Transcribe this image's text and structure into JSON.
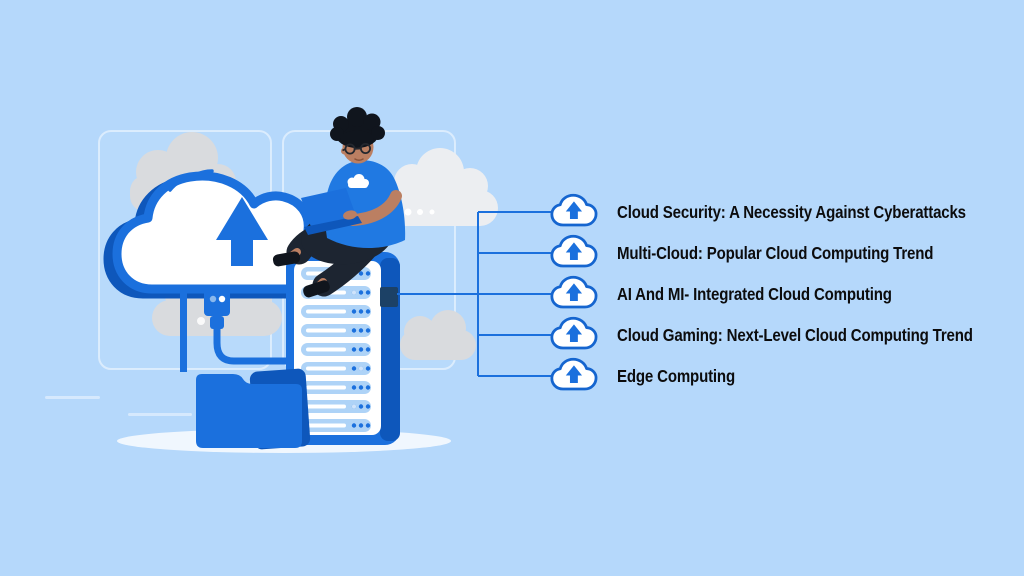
{
  "title": "Cloud Computing Trends Infographic",
  "theme": {
    "background": "#b5d8fb",
    "primary_blue": "#1b70dd",
    "dark_blue": "#0e57bb",
    "shirt_blue": "#2079e2",
    "navy": "#1d2531",
    "navy_dark": "#10151d",
    "port_navy": "#1c4166",
    "skin": "#bb7f62",
    "gray_cloud": "#d9dbde",
    "white_cloud": "#eceef1",
    "row_pill": "#aed3f7",
    "dot_light": "#cfe4fb",
    "icon_stroke": "#1565cf",
    "connector": "#1b70dd",
    "text": "#0c0c0d",
    "panel_stroke": "rgba(255,255,255,0.5)",
    "shadow": "#ffffff"
  },
  "illustration": {
    "icons": [
      "upload-cloud-icon",
      "server-rack-icon",
      "folder-icon",
      "plug-cable-icon",
      "person-with-laptop-icon"
    ]
  },
  "trends": {
    "items": [
      {
        "icon": "cloud-upload-icon",
        "label": "Cloud Security: A Necessity Against Cyberattacks"
      },
      {
        "icon": "cloud-upload-icon",
        "label": "Multi-Cloud: Popular Cloud Computing Trend"
      },
      {
        "icon": "cloud-upload-icon",
        "label": "AI And MI- Integrated Cloud Computing"
      },
      {
        "icon": "cloud-upload-icon",
        "label": "Cloud Gaming: Next-Level Cloud Computing Trend"
      },
      {
        "icon": "cloud-upload-icon",
        "label": "Edge Computing"
      }
    ]
  }
}
